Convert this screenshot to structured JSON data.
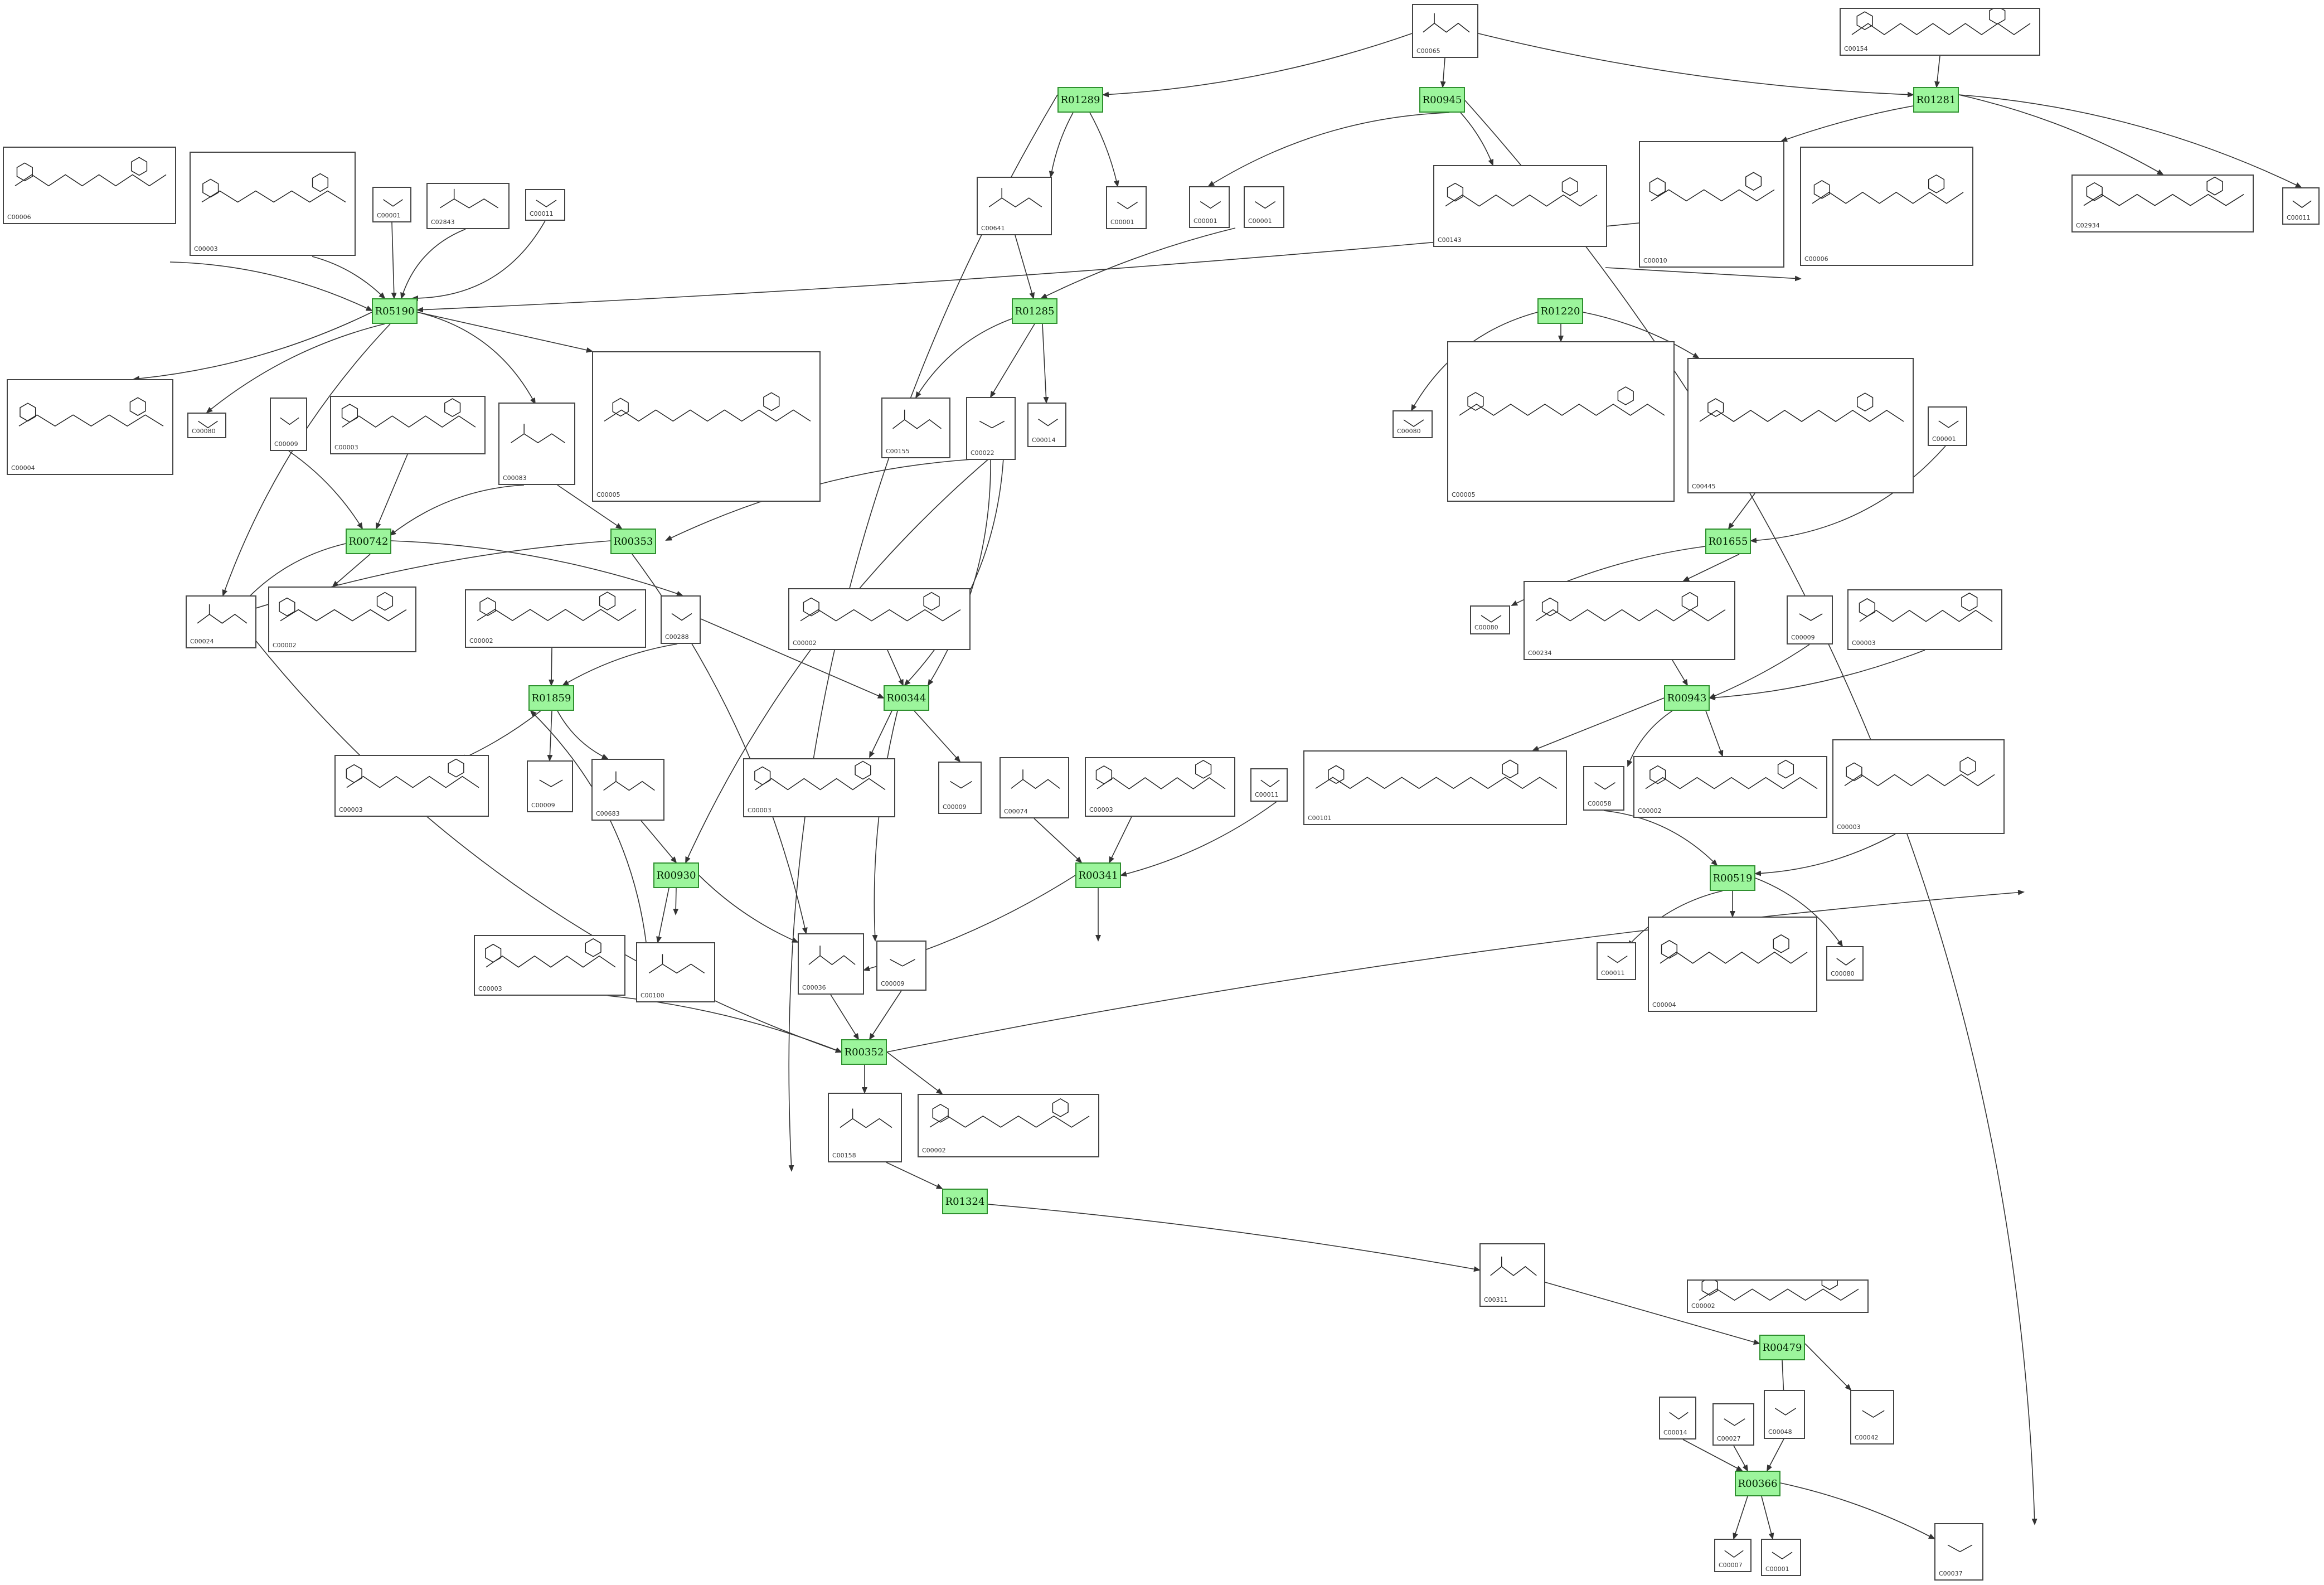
{
  "colors": {
    "reaction_fill": "#9cf59c",
    "reaction_border": "#2f8f2f",
    "edge": "#333333",
    "box_border": "#444444"
  },
  "reactions": [
    "R01289",
    "R00945",
    "R01281",
    "R05190",
    "R01285",
    "R01220",
    "R00742",
    "R00353",
    "R01655",
    "R01859",
    "R00344",
    "R00943",
    "R00930",
    "R00341",
    "R00519",
    "R00352",
    "R01324",
    "R00479",
    "R00366"
  ],
  "compounds": [
    "C00065",
    "C00154",
    "C00006",
    "C00003",
    "C00001",
    "C02843",
    "C00011",
    "C00641",
    "C00001",
    "C00001",
    "C00001",
    "C00143",
    "C00010",
    "C00006",
    "C02934",
    "C00011",
    "C00004",
    "C00080",
    "C00009",
    "C00003",
    "C00083",
    "C00005",
    "C00155",
    "C00022",
    "C00014",
    "C00080",
    "C00005",
    "C00445",
    "C00001",
    "C00024",
    "C00002",
    "C00002",
    "C00288",
    "C00002",
    "C00080",
    "C00234",
    "C00009",
    "C00003",
    "C00003",
    "C00009",
    "C00683",
    "C00003",
    "C00009",
    "C00074",
    "C00003",
    "C00011",
    "C00101",
    "C00058",
    "C00002",
    "C00003",
    "C00003",
    "C00100",
    "C00036",
    "C00009",
    "C00002",
    "C00011",
    "C00004",
    "C00080",
    "C00158",
    "C00002",
    "C00311",
    "C00014",
    "C00027",
    "C00048",
    "C00042",
    "C00007",
    "C00001",
    "C00037"
  ]
}
